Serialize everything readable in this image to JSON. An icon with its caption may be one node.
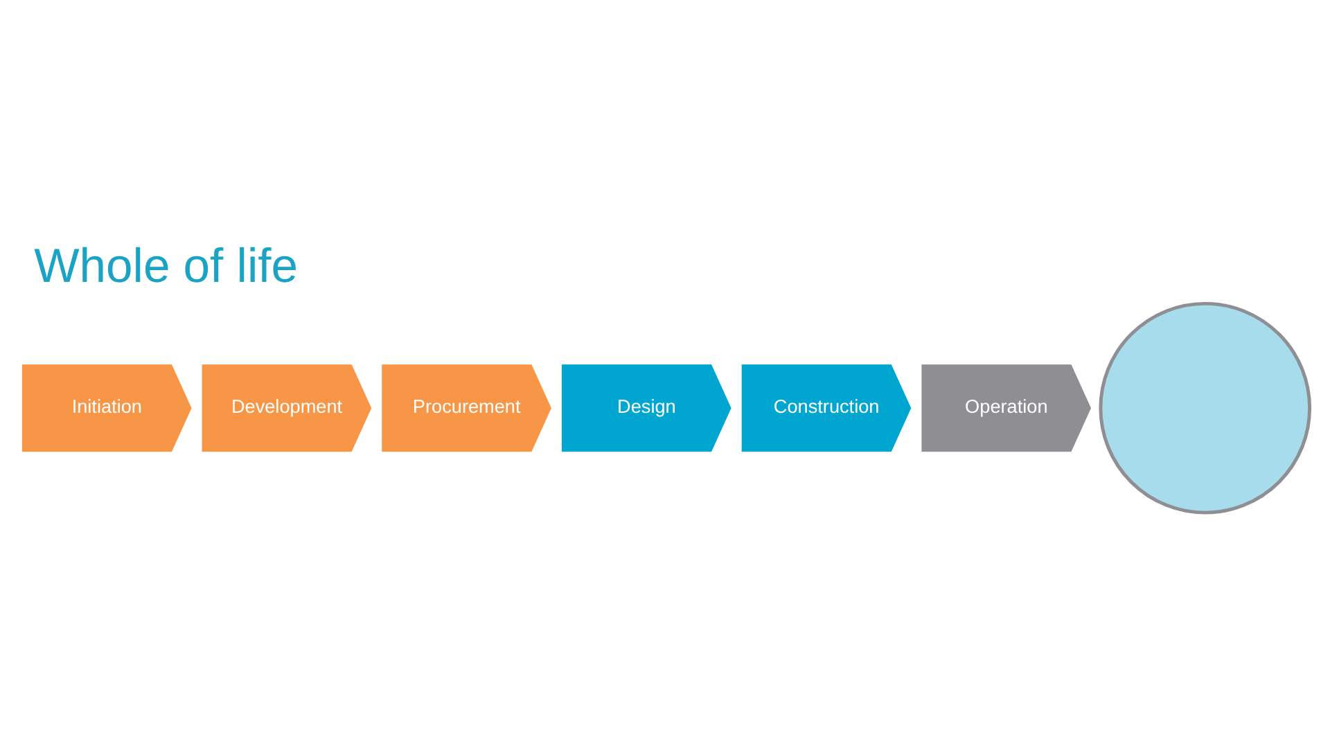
{
  "diagram": {
    "title": "Whole of life",
    "nodes": [
      {
        "text": [
          "Initiation"
        ]
      },
      {
        "text": [
          "Development"
        ]
      },
      {
        "text": [
          "Procurement"
        ]
      },
      {
        "text": [
          "Design"
        ]
      },
      {
        "text": [
          "Construction"
        ]
      },
      {
        "text": [
          "Operation"
        ]
      },
      {
        "text": [],
        "shape": "circle"
      }
    ]
  }
}
